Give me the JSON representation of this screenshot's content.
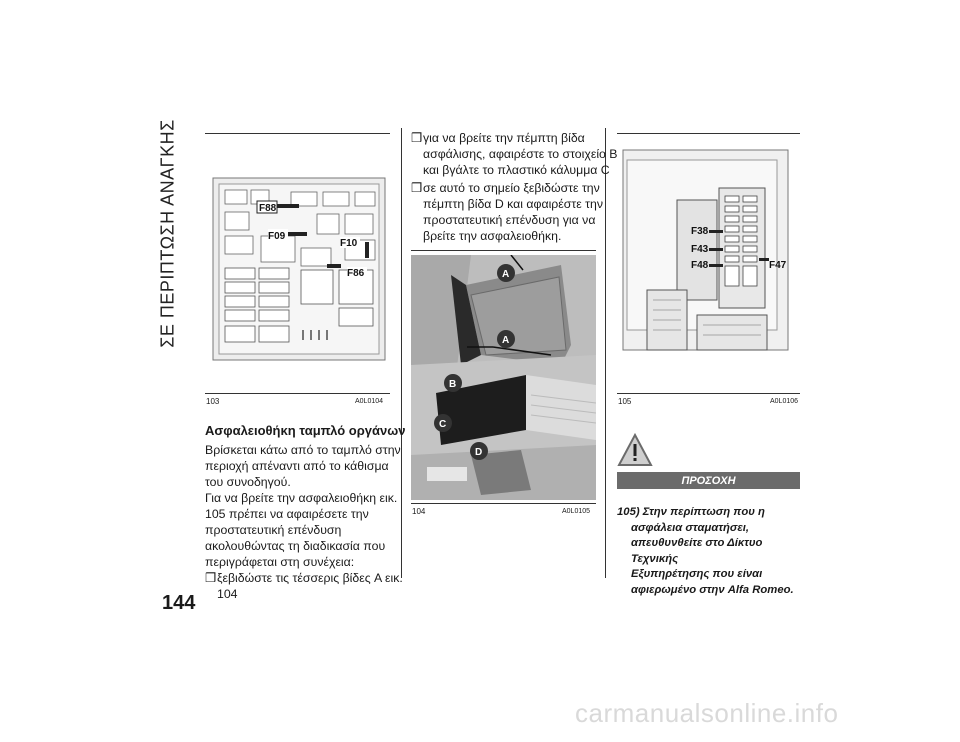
{
  "section_title": "ΣΕ ΠΕΡΙΠΤΩΣΗ ΑΝΑΓΚΗΣ",
  "page_number": "144",
  "figures": [
    {
      "number": "103",
      "code": "A0L0104",
      "labels": [
        "F88",
        "F09",
        "F10",
        "F86"
      ]
    },
    {
      "number": "104",
      "code": "A0L0105",
      "labels": [
        "A",
        "A",
        "B",
        "C",
        "D"
      ]
    },
    {
      "number": "105",
      "code": "A0L0106",
      "labels": [
        "F38",
        "F43",
        "F48",
        "F47"
      ]
    }
  ],
  "column1": {
    "heading": "Ασφαλειοθήκη ταμπλό οργάνων",
    "paragraph1": [
      "Βρίσκεται κάτω από το ταμπλό στην",
      "περιοχή απέναντι από το κάθισμα",
      "του συνοδηγού."
    ],
    "paragraph2": [
      "Για να βρείτε την ασφαλειοθήκη εικ.",
      "105 πρέπει να αφαιρέσετε την",
      "προστατευτική επένδυση",
      "ακολουθώντας τη διαδικασία που",
      "περιγράφεται στη συνέχεια:"
    ],
    "bullet_marker": "❒",
    "bullet1": [
      "ξεβιδώστε τις τέσσερις βίδες A εικ.",
      "104"
    ]
  },
  "column2": {
    "bullet2": [
      "για να βρείτε την πέμπτη βίδα",
      "ασφάλισης, αφαιρέστε το στοιχείο B",
      "και βγάλτε το πλαστικό κάλυμμα C"
    ],
    "bullet3": [
      "σε αυτό το σημείο ξεβιδώστε την",
      "πέμπτη βίδα D και αφαιρέστε την",
      "προστατευτική επένδυση για να",
      "βρείτε την ασφαλειοθήκη."
    ]
  },
  "warning": {
    "title": "ΠΡΟΣΟΧΗ",
    "text": [
      "105) Στην περίπτωση που η",
      "ασφάλεια σταματήσει,",
      "απευθυνθείτε στο Δίκτυο Τεχνικής",
      "Εξυπηρέτησης που είναι",
      "αφιερωμένο στην Alfa Romeo."
    ]
  },
  "watermark": "carmanualsonline.info"
}
